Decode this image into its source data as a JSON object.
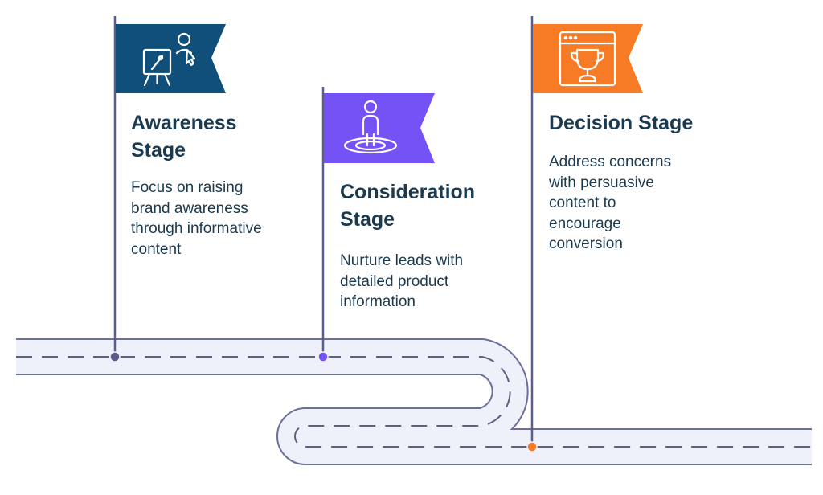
{
  "stages": [
    {
      "title_line1": "Awareness",
      "title_line2": "Stage",
      "description_lines": [
        "Focus on raising",
        "brand awareness",
        "through informative",
        "content"
      ],
      "color": "#0f4f7a",
      "icon": "presentation-easel-icon"
    },
    {
      "title_line1": "Consideration",
      "title_line2": "Stage",
      "description_lines": [
        "Nurture leads with",
        "detailed product",
        "information"
      ],
      "color": "#7452f5",
      "icon": "person-on-target-icon"
    },
    {
      "title_line1": "Decision Stage",
      "title_line2": "",
      "description_lines": [
        "Address concerns",
        "with persuasive",
        "content to",
        "encourage",
        "conversion"
      ],
      "color": "#f77b25",
      "icon": "trophy-in-browser-icon"
    }
  ],
  "colors": {
    "road_fill": "#eef0fa",
    "road_border": "#6b6f9a",
    "road_dash": "#5d6180",
    "pole": "#595c8c",
    "text": "#1b3a4f"
  }
}
